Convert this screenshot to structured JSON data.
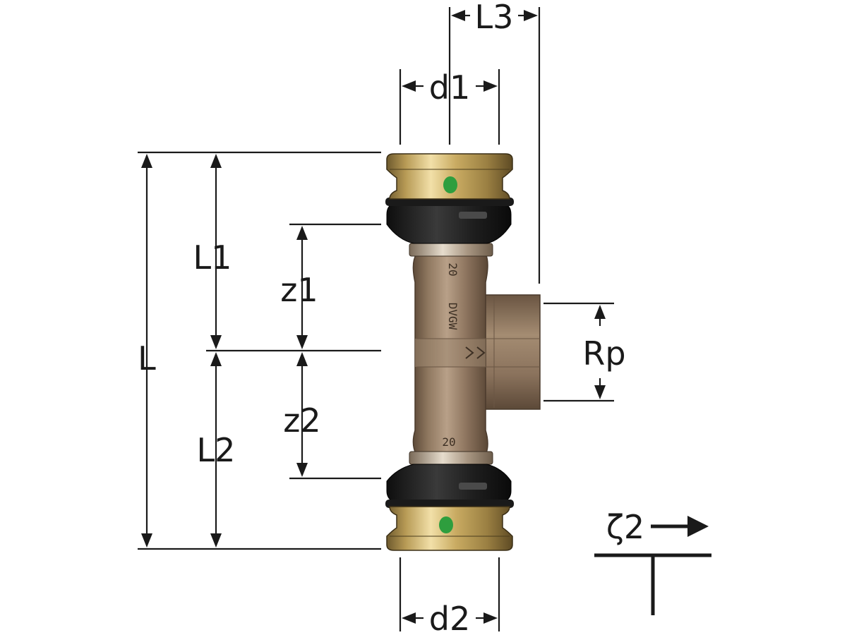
{
  "dimension_labels": {
    "L": "L",
    "L1": "L1",
    "L2": "L2",
    "L3": "L3",
    "z1": "z1",
    "z2": "z2",
    "d1": "d1",
    "d2": "d2",
    "Rp": "Rp"
  },
  "flow_symbol": {
    "label": "ζ2"
  },
  "body_markings": {
    "top": "20",
    "middle": "DVGW",
    "bottom": "20"
  },
  "colors": {
    "line": "#1a1a1a",
    "bronze": "#8a6f52",
    "brass": "#c9a85c",
    "seal": "#1c1c1c",
    "indicator": "#2e9e3e"
  }
}
